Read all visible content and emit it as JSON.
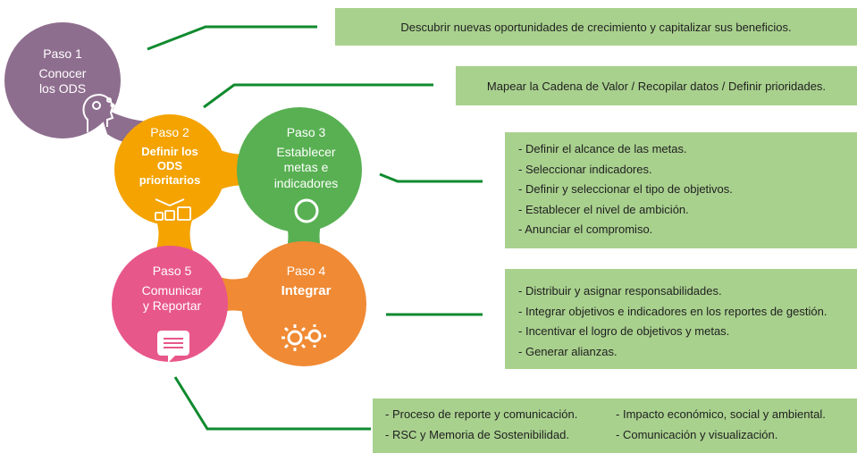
{
  "colors": {
    "purple": "#8e6e8e",
    "yellow": "#f4a300",
    "green": "#58b052",
    "orange": "#f08a34",
    "pink": "#e8578a",
    "box": "#a9d18e",
    "line": "#0f8a2e"
  },
  "steps": {
    "s1": {
      "title": "Paso 1",
      "name_l1": "Conocer",
      "name_l2": "los ODS",
      "icon": "head-brain-icon"
    },
    "s2": {
      "title": "Paso 2",
      "name_l1": "Definir los",
      "name_l2": "ODS",
      "name_l3": "prioritarios",
      "icon": "selection-boxes-icon"
    },
    "s3": {
      "title": "Paso 3",
      "name_l1": "Establecer",
      "name_l2": "metas e",
      "name_l3": "indicadores",
      "icon": "target-ring-icon"
    },
    "s4": {
      "title": "Paso 4",
      "name_l1": "Integrar",
      "icon": "gears-icon"
    },
    "s5": {
      "title": "Paso 5",
      "name_l1": "Comunicar",
      "name_l2": "y Reportar",
      "icon": "speech-bubble-icon"
    }
  },
  "boxes": {
    "b1": "Descubrir nuevas oportunidades de crecimiento y capitalizar sus beneficios.",
    "b2": "Mapear la Cadena de Valor / Recopilar datos / Definir prioridades.",
    "b3": [
      "Definir el alcance de las metas.",
      "Seleccionar indicadores.",
      "Definir y seleccionar el tipo de objetivos.",
      "Establecer el nivel de ambición.",
      "Anunciar el compromiso."
    ],
    "b4": [
      "Distribuir y asignar responsabilidades.",
      "Integrar objetivos e indicadores en los reportes de gestión.",
      "Incentivar el logro de objetivos y metas.",
      "Generar alianzas."
    ],
    "b5_left": [
      "Proceso de reporte y comunicación.",
      "RSC y Memoria de Sostenibilidad."
    ],
    "b5_right": [
      "Impacto económico, social y ambiental.",
      "Comunicación y visualización."
    ]
  }
}
